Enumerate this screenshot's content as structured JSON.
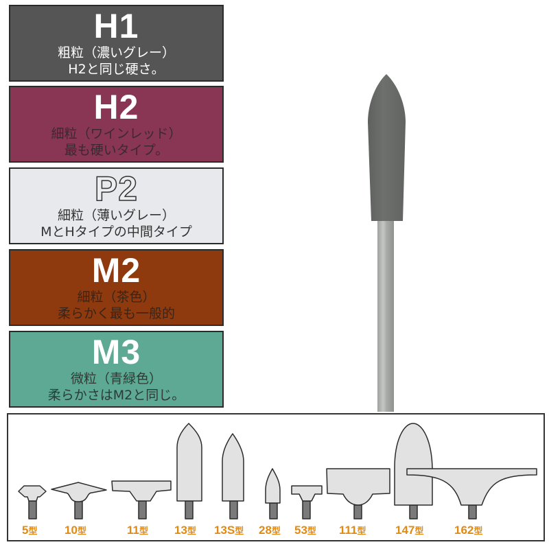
{
  "swatches": [
    {
      "code": "H1",
      "line1": "粗粒（濃いグレー）",
      "line2": "H2と同じ硬さ。",
      "bg": "#555555",
      "code_color": "#ffffff",
      "text_color": "#ffffff"
    },
    {
      "code": "H2",
      "line1": "細粒（ワインレッド）",
      "line2": "最も硬いタイプ。",
      "bg": "#893554",
      "code_color": "#ffffff",
      "text_color": "#3a2a30"
    },
    {
      "code": "P2",
      "line1": "細粒（薄いグレー）",
      "line2": "MとHタイプの中間タイプ",
      "bg": "#e8e9ec",
      "code_color": "#eceef0",
      "text_color": "#333333"
    },
    {
      "code": "M2",
      "line1": "細粒（茶色）",
      "line2": "柔らかく最も一般的",
      "bg": "#8e3a0e",
      "code_color": "#ffffff",
      "text_color": "#3a2418"
    },
    {
      "code": "M3",
      "line1": "微粒（青緑色）",
      "line2": "柔らかさはM2と同じ。",
      "bg": "#5ea994",
      "code_color": "#ffffff",
      "text_color": "#2d3a36"
    }
  ],
  "product": {
    "name": "bullet-shaped-rubber-point",
    "head_color": "#6a6c6a",
    "shank_color": "#b3b6b3"
  },
  "shapes": {
    "label_color": "#e08a14",
    "items": [
      {
        "type": "5",
        "suffix": "型"
      },
      {
        "type": "10",
        "suffix": "型"
      },
      {
        "type": "11",
        "suffix": "型"
      },
      {
        "type": "13",
        "suffix": "型"
      },
      {
        "type": "13S",
        "suffix": "型"
      },
      {
        "type": "28",
        "suffix": "型"
      },
      {
        "type": "53",
        "suffix": "型"
      },
      {
        "type": "111",
        "suffix": "型"
      },
      {
        "type": "147",
        "suffix": "型"
      },
      {
        "type": "162",
        "suffix": "型"
      }
    ]
  }
}
